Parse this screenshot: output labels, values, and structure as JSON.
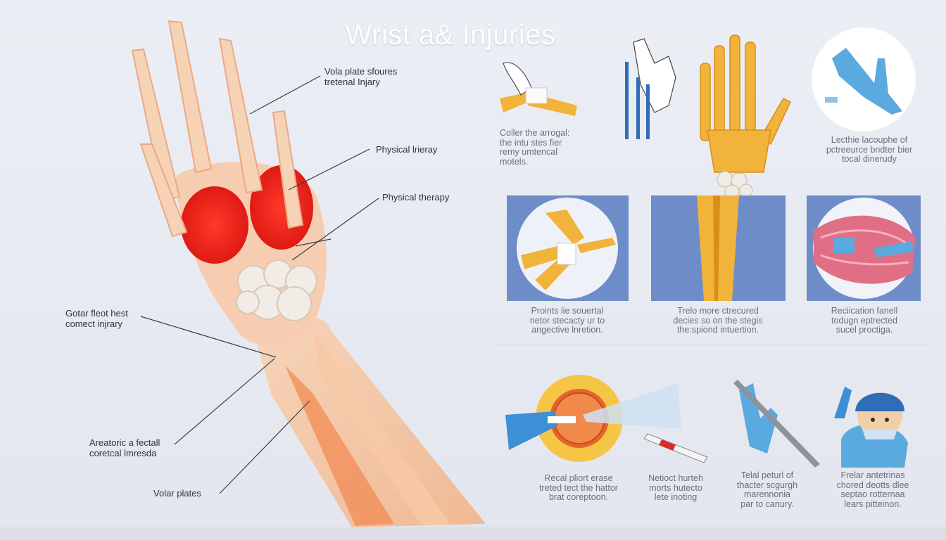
{
  "title": "Wrist a& Injuries",
  "anatomy_labels": [
    {
      "lines": [
        "Vola plate sfoures",
        "tretenal Injary"
      ]
    },
    {
      "lines": [
        "Physical lrieray"
      ]
    },
    {
      "lines": [
        "Physical therapy"
      ]
    },
    {
      "lines": [
        "Gotar fleot hest",
        "comect injrary"
      ]
    },
    {
      "lines": [
        "Areatoric a fectall",
        "coretcal lmresda"
      ]
    },
    {
      "lines": [
        "Volar plates"
      ]
    }
  ],
  "captions": {
    "top_left": [
      "Coller the arrogal:",
      "the intu stes fier",
      "remy umtencal",
      "motels."
    ],
    "top_right": [
      "Lecthie lacouphe of",
      "pctreeurce bndter bier",
      "tocal dinerudy"
    ],
    "mid_1": [
      "Proints lie souertal",
      "netor stecacty ur to",
      "angective lnretion."
    ],
    "mid_2": [
      "Trelo more ctrecured",
      "decies so on the stegis",
      "the:spiond intuertion."
    ],
    "mid_3": [
      "Reciication fanell",
      "todugn eptrected",
      "sucel proctiga."
    ],
    "bot_1": [
      "Recal pliort erase",
      "treted tect the hattor",
      "brat coreptoon."
    ],
    "bot_2": [
      "Netioct hurteh",
      "morts hutecto",
      "lete inoting"
    ],
    "bot_3": [
      "Telal peturl of",
      "thacter scgurgh",
      "marennonia",
      "par to canury."
    ],
    "bot_4": [
      "Frelar antetrinas",
      "chored deotts dlee",
      "septao rotternaa",
      "lears pitteinon."
    ]
  },
  "colors": {
    "background": "#e7e9f2",
    "bone": "#f3c9a6",
    "injury_red": "#e8201c",
    "skeleton_gold": "#f2b33a",
    "panel_blue": "#6e8cc8",
    "glove_blue": "#5aa9df"
  }
}
